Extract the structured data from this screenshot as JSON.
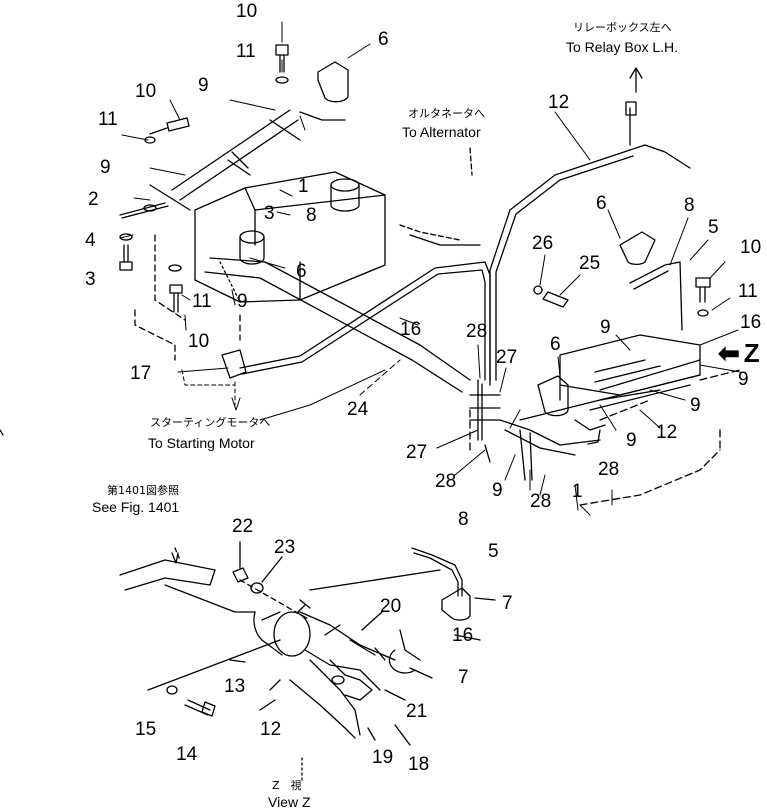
{
  "annotations": {
    "relay_jp": "リレーボックス左へ",
    "relay_en": "To Relay Box L.H.",
    "alternator_jp": "オルタネータへ",
    "alternator_en": "To Alternator",
    "starting_jp": "スターティングモータへ",
    "starting_en": "To Starting Motor",
    "fig_jp": "第1401図参照",
    "fig_en": "See Fig. 1401",
    "viewz_jp": "Z　視",
    "viewz_en": "View Z",
    "z_marker": "Z"
  },
  "callouts": [
    {
      "id": "c10a",
      "text": "10"
    },
    {
      "id": "c11a",
      "text": "11"
    },
    {
      "id": "c6a",
      "text": "6"
    },
    {
      "id": "c10b",
      "text": "10"
    },
    {
      "id": "c9a",
      "text": "9"
    },
    {
      "id": "c11b",
      "text": "11"
    },
    {
      "id": "c9b",
      "text": "9"
    },
    {
      "id": "c2",
      "text": "2"
    },
    {
      "id": "c4",
      "text": "4"
    },
    {
      "id": "c3a",
      "text": "3"
    },
    {
      "id": "c1a",
      "text": "1"
    },
    {
      "id": "c3b",
      "text": "3"
    },
    {
      "id": "c8a",
      "text": "8"
    },
    {
      "id": "c6b",
      "text": "6"
    },
    {
      "id": "c11c",
      "text": "11"
    },
    {
      "id": "c9c",
      "text": "9"
    },
    {
      "id": "c10c",
      "text": "10"
    },
    {
      "id": "c12a",
      "text": "12"
    },
    {
      "id": "c26",
      "text": "26"
    },
    {
      "id": "c25",
      "text": "25"
    },
    {
      "id": "c6c",
      "text": "6"
    },
    {
      "id": "c8b",
      "text": "8"
    },
    {
      "id": "c5a",
      "text": "5"
    },
    {
      "id": "c10d",
      "text": "10"
    },
    {
      "id": "c11d",
      "text": "11"
    },
    {
      "id": "c16a",
      "text": "16"
    },
    {
      "id": "c9d",
      "text": "9"
    },
    {
      "id": "c16b",
      "text": "16"
    },
    {
      "id": "c28a",
      "text": "28"
    },
    {
      "id": "c27a",
      "text": "27"
    },
    {
      "id": "c6d",
      "text": "6"
    },
    {
      "id": "c17",
      "text": "17"
    },
    {
      "id": "c24",
      "text": "24"
    },
    {
      "id": "c9e",
      "text": "9"
    },
    {
      "id": "c9f",
      "text": "9"
    },
    {
      "id": "c12b",
      "text": "12"
    },
    {
      "id": "c9g",
      "text": "9"
    },
    {
      "id": "c27b",
      "text": "27"
    },
    {
      "id": "c28b",
      "text": "28"
    },
    {
      "id": "c9h",
      "text": "9"
    },
    {
      "id": "c28c",
      "text": "28"
    },
    {
      "id": "c1b",
      "text": "1"
    },
    {
      "id": "c28d",
      "text": "28"
    },
    {
      "id": "c8c",
      "text": "8"
    },
    {
      "id": "c5b",
      "text": "5"
    },
    {
      "id": "c22",
      "text": "22"
    },
    {
      "id": "c23",
      "text": "23"
    },
    {
      "id": "c7a",
      "text": "7"
    },
    {
      "id": "c20",
      "text": "20"
    },
    {
      "id": "c16c",
      "text": "16"
    },
    {
      "id": "c13",
      "text": "13"
    },
    {
      "id": "c7b",
      "text": "7"
    },
    {
      "id": "c21",
      "text": "21"
    },
    {
      "id": "c15",
      "text": "15"
    },
    {
      "id": "c12c",
      "text": "12"
    },
    {
      "id": "c14",
      "text": "14"
    },
    {
      "id": "c19",
      "text": "19"
    },
    {
      "id": "c18",
      "text": "18"
    }
  ]
}
